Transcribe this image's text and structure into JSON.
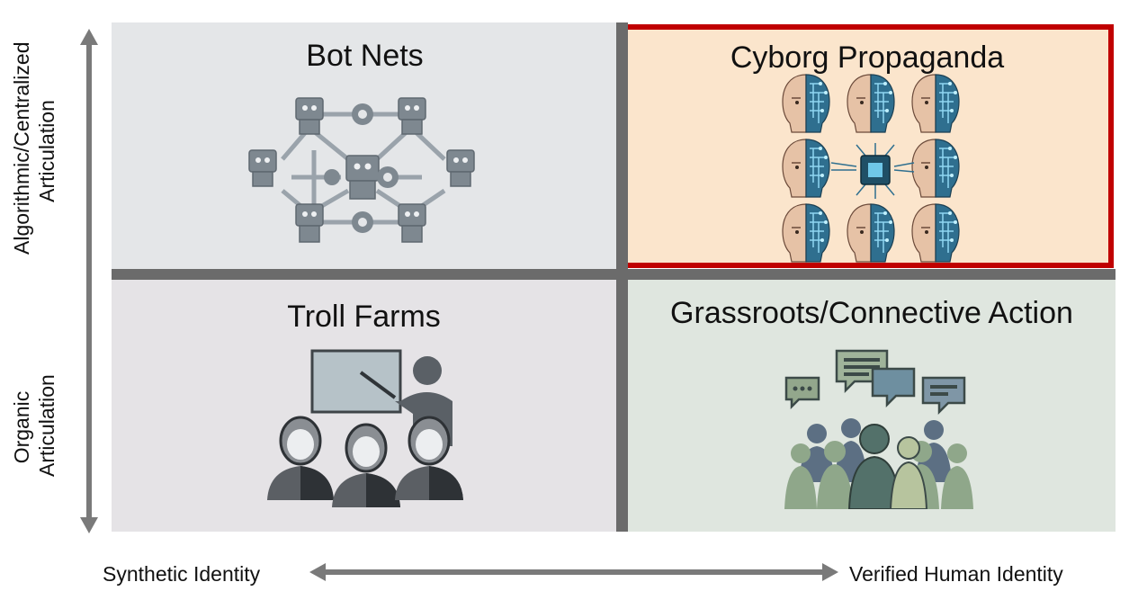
{
  "quadrants": {
    "top_left": {
      "title": "Bot Nets",
      "icon": "bot-network-icon",
      "background": "#e4e6e8"
    },
    "top_right": {
      "title": "Cyborg Propaganda",
      "icon": "cyborg-heads-icon",
      "background": "#fbe5cc",
      "highlight_border": "#c00000"
    },
    "bottom_left": {
      "title": "Troll Farms",
      "icon": "troll-presentation-icon",
      "background": "#e5e3e6"
    },
    "bottom_right": {
      "title": "Grassroots/Connective Action",
      "icon": "crowd-chat-icon",
      "background": "#dfe6df"
    }
  },
  "axes": {
    "y_top_label_line1": "Algorithmic/Centralized",
    "y_top_label_line2": "Articulation",
    "y_bottom_label_line1": "Organic",
    "y_bottom_label_line2": "Articulation",
    "x_left_label": "Synthetic Identity",
    "x_right_label": "Verified Human Identity",
    "arrow_color": "#7a7a7a",
    "divider_color": "#6b6b6b"
  }
}
